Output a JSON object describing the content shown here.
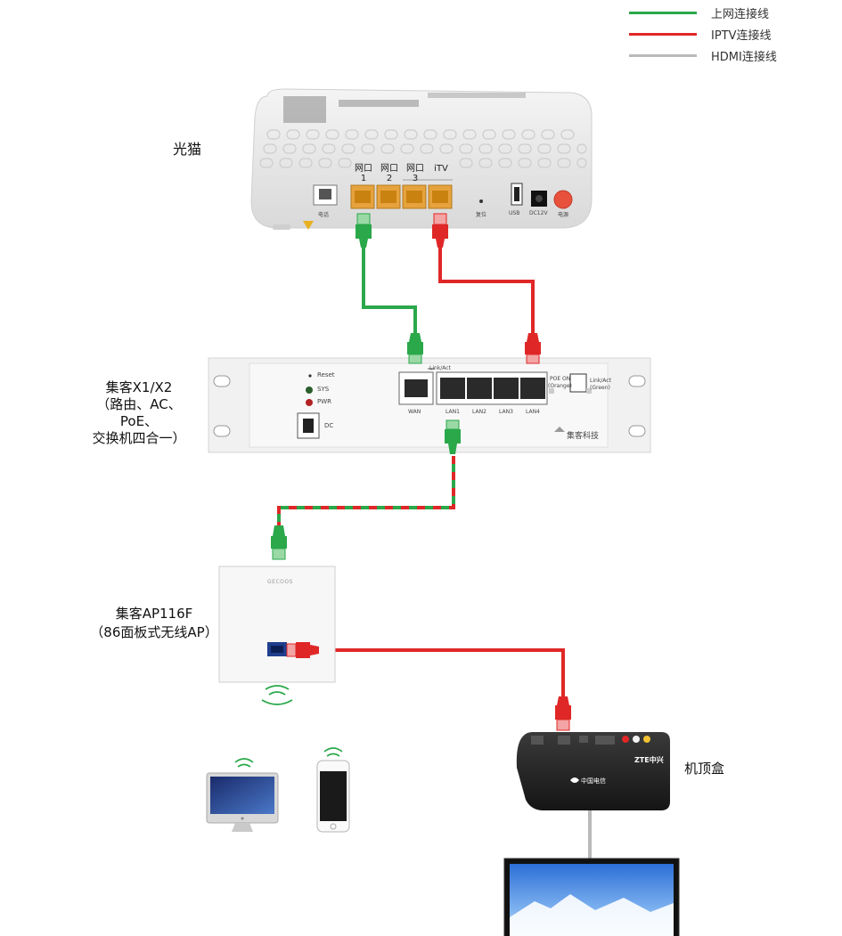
{
  "legend": [
    {
      "label": "上网连接线",
      "color": "#2aa84a"
    },
    {
      "label": "IPTV连接线",
      "color": "#e02727"
    },
    {
      "label": "HDMI连接线",
      "color": "#b9b9b9"
    }
  ],
  "devices": {
    "modem": {
      "label": "光猫",
      "ports": [
        {
          "line1": "网口",
          "line2": "1"
        },
        {
          "line1": "网口",
          "line2": "2"
        },
        {
          "line1": "网口",
          "line2": "3"
        },
        {
          "line1": "iTV",
          "line2": ""
        }
      ],
      "small_labels": [
        "电话",
        "复位",
        "USB",
        "DC12V",
        "电源"
      ]
    },
    "router": {
      "label_line1": "集客X1/X2",
      "label_line2": "（路由、AC、PoE、",
      "label_line3": "交换机四合一）",
      "panel": {
        "reset": "Reset",
        "sys": "SYS",
        "pwr": "PWR",
        "dc": "DC",
        "link_act_top": "Link/Act",
        "wan": "WAN",
        "lan1": "LAN1",
        "lan2": "LAN2",
        "lan3": "LAN3",
        "lan4": "LAN4",
        "poe_on": "POE ON",
        "orange": "(Orange)",
        "link_act": "Link/Act",
        "green": "(Green)",
        "brand": "集客科技"
      }
    },
    "ap": {
      "label_line1": "集客AP116F",
      "label_line2": "（86面板式无线AP）",
      "brand": "GECOOS"
    },
    "stb": {
      "label": "机顶盒",
      "brand": "ZTE中兴",
      "logo_text": "中国电信"
    }
  },
  "colors": {
    "internet": "#2aa84a",
    "iptv": "#e02727",
    "hdmi": "#b9b9b9"
  }
}
